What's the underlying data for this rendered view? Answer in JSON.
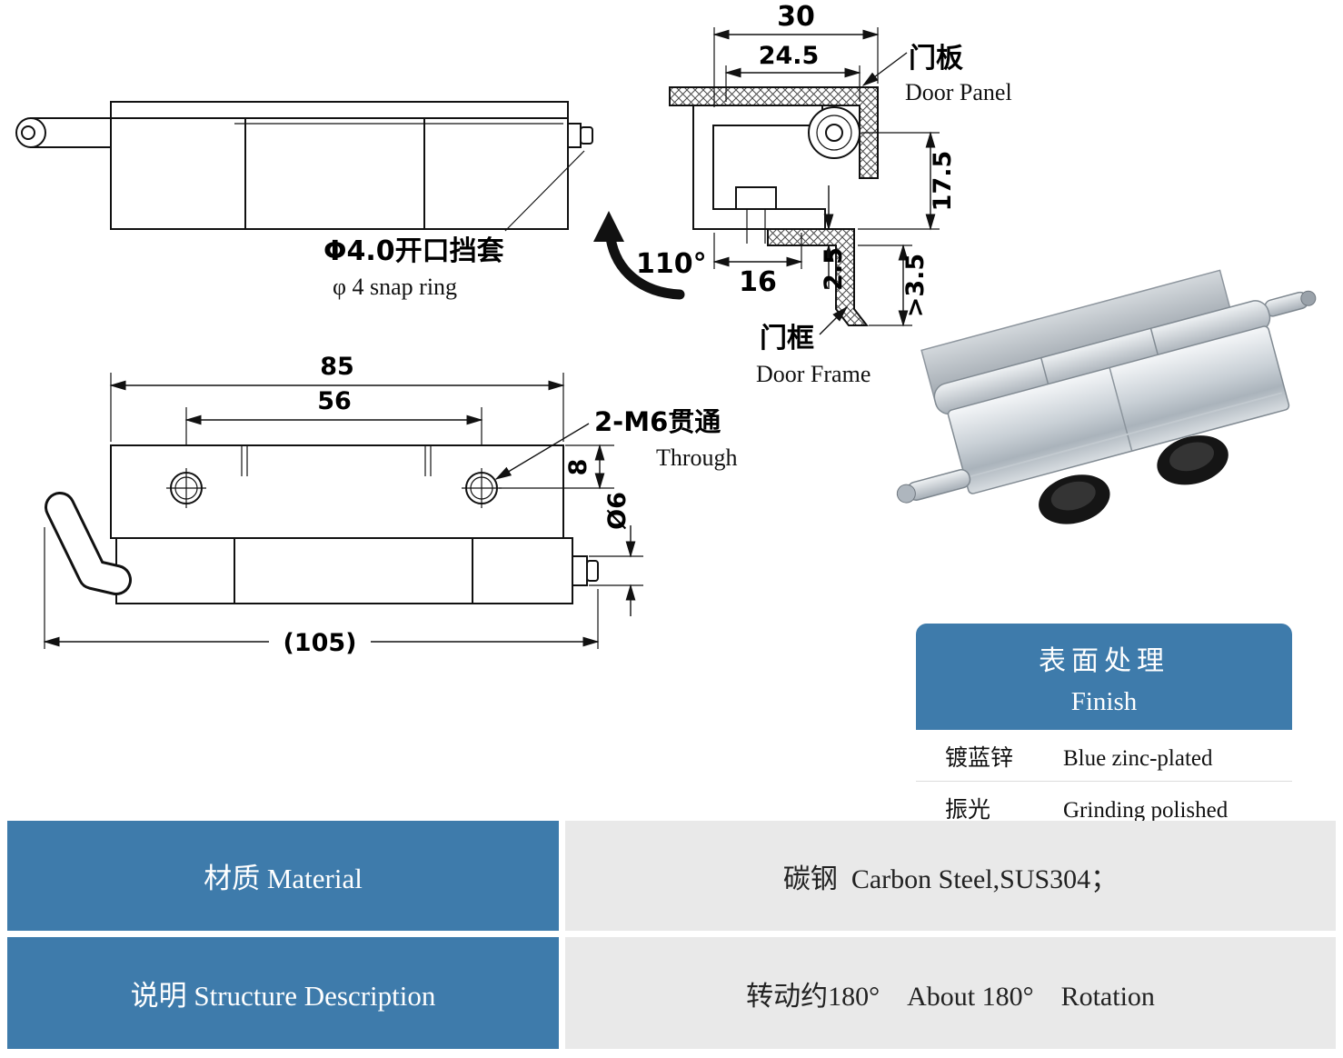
{
  "side_view": {
    "snap_ring_cn": "Φ4.0开口挡套",
    "snap_ring_en": "φ 4 snap ring"
  },
  "front_view": {
    "dim_85": "85",
    "dim_56": "56",
    "dim_105": "(105)",
    "dim_8": "8",
    "dim_dia6": "Ø6",
    "thread_cn": "2-M6贯通",
    "thread_en": "Through"
  },
  "section_view": {
    "dim_30": "30",
    "dim_24_5": "24.5",
    "dim_17_5": "17.5",
    "dim_angle": "110°",
    "dim_16": "16",
    "dim_2_5": "2.5",
    "dim_gt_3_5": ">3.5",
    "door_panel_cn": "门板",
    "door_panel_en": "Door Panel",
    "door_frame_cn": "门框",
    "door_frame_en": "Door Frame"
  },
  "finish_table": {
    "header_cn": "表面处理",
    "header_en": "Finish",
    "rows": [
      {
        "cn": "镀蓝锌",
        "en": "Blue zinc-plated"
      },
      {
        "cn": "振光",
        "en": "Grinding polished"
      }
    ]
  },
  "spec_table": {
    "material_label": "材质 Material",
    "material_value": "碳钢  Carbon Steel,SUS304；",
    "structure_label": "说明 Structure Description",
    "structure_value": "转动约180°    About 180°    Rotation"
  },
  "colors": {
    "blue": "#3e7bab",
    "light_gray": "#e9e9e9",
    "line": "#111111"
  }
}
